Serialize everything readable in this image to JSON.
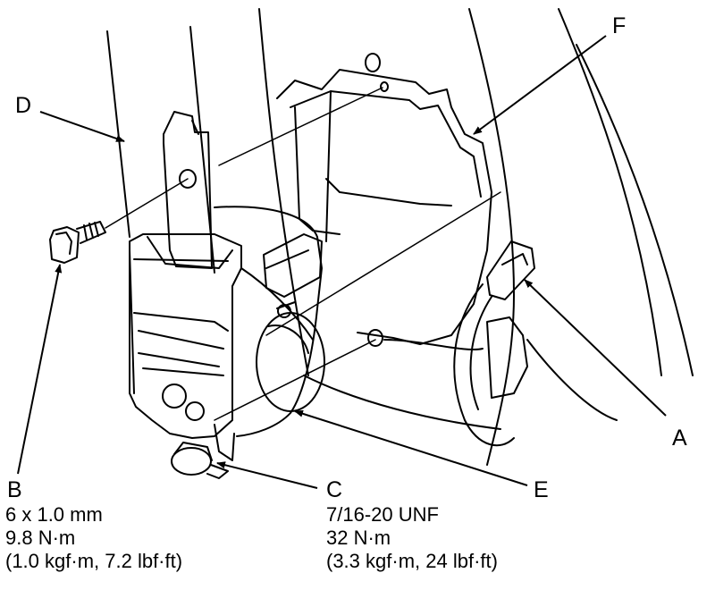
{
  "callouts": {
    "a": "A",
    "b": "B",
    "c": "C",
    "d": "D",
    "e": "E",
    "f": "F"
  },
  "specs": {
    "b": [
      "6 x 1.0 mm",
      "9.8 N·m",
      "(1.0 kgf·m, 7.2 lbf·ft)"
    ],
    "c": [
      "7/16-20 UNF",
      "32 N·m",
      "(3.3 kgf·m, 24 lbf·ft)"
    ]
  },
  "colors": {
    "line": "#000000",
    "background": "#ffffff"
  }
}
